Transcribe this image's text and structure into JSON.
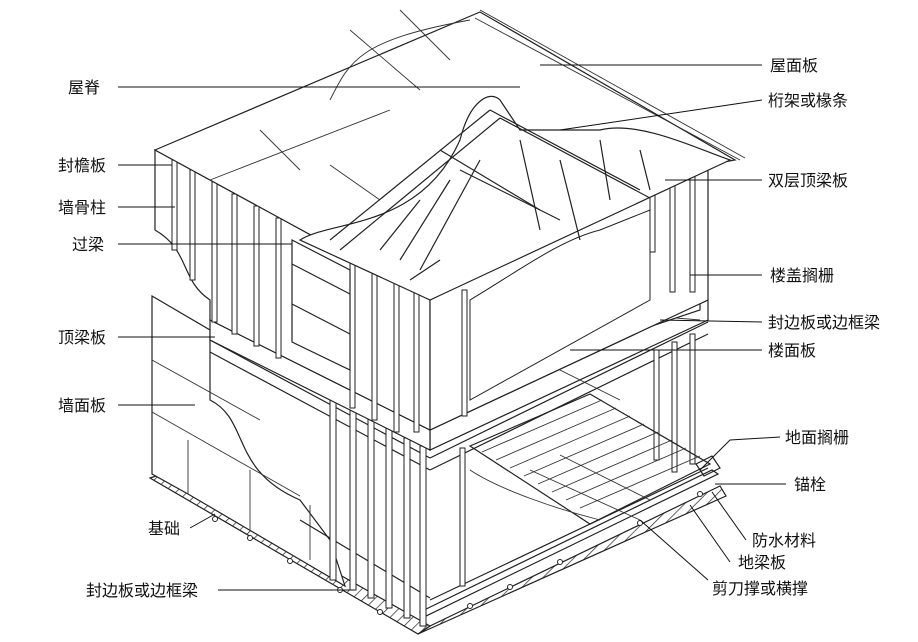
{
  "labels": {
    "roof_ridge": "屋脊",
    "fascia_board": "封檐板",
    "wall_stud": "墙骨柱",
    "header": "过梁",
    "top_plate": "顶梁板",
    "wall_sheathing": "墙面板",
    "foundation": "基础",
    "rim_board_bottom": "封边板或边框梁",
    "roof_sheathing": "屋面板",
    "truss_or_rafter": "桁架或椽条",
    "double_top_plate": "双层顶梁板",
    "ceiling_joist": "楼盖搁栅",
    "rim_board_upper": "封边板或边框梁",
    "floor_sheathing": "楼面板",
    "ground_floor_joist": "地面搁栅",
    "anchor_bolt": "锚栓",
    "waterproofing": "防水材料",
    "sill_plate": "地梁板",
    "cross_bracing": "剪刀撑或横撑"
  },
  "colors": {
    "line": "#222222",
    "background": "#ffffff"
  }
}
